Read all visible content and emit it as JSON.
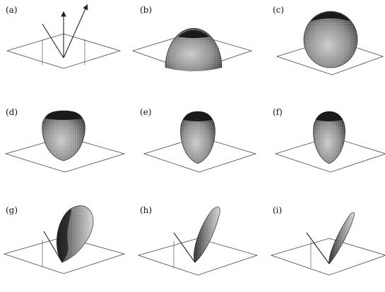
{
  "panels": [
    {
      "id": "a",
      "label": "(a)",
      "content": "incident-reflected-rays"
    },
    {
      "id": "b",
      "label": "(b)",
      "content": "hemisphere-lobe"
    },
    {
      "id": "c",
      "label": "(c)",
      "content": "sphere-lobe"
    },
    {
      "id": "d",
      "label": "(d)",
      "content": "ellipsoid-lobe"
    },
    {
      "id": "e",
      "label": "(e)",
      "content": "ellipsoid-lobe"
    },
    {
      "id": "f",
      "label": "(f)",
      "content": "ellipsoid-lobe"
    },
    {
      "id": "g",
      "label": "(g)",
      "content": "tilted-lobe-with-ray"
    },
    {
      "id": "h",
      "label": "(h)",
      "content": "tilted-lobe-with-ray"
    },
    {
      "id": "i",
      "label": "(i)",
      "content": "tilted-lobe-with-ray"
    }
  ],
  "colors": {
    "lobe_dark": "#1e1e1e",
    "lobe_mid": "#6b6b6b",
    "lobe_light": "#c8c8c8",
    "line": "#444444"
  }
}
